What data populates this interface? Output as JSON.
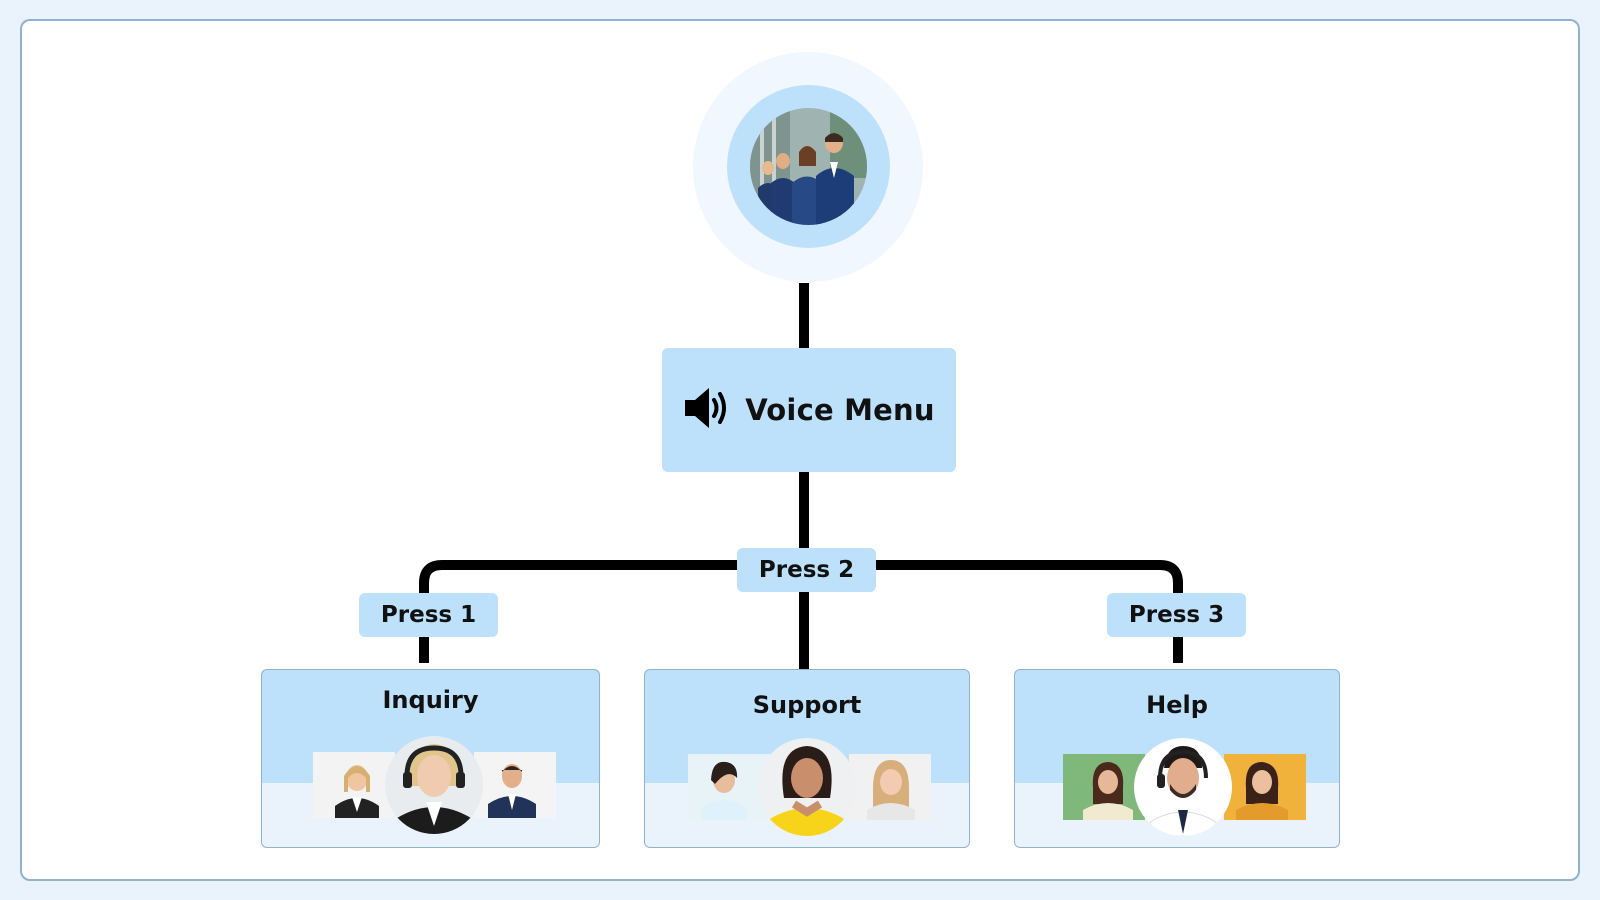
{
  "voice_menu": {
    "title": "Voice Menu",
    "icon": "speaker-icon"
  },
  "branches": [
    {
      "press_label": "Press 1",
      "title": "Inquiry"
    },
    {
      "press_label": "Press 2",
      "title": "Support"
    },
    {
      "press_label": "Press 3",
      "title": "Help"
    }
  ],
  "colors": {
    "background": "#eaf3fb",
    "frame_border": "#8fb3cf",
    "box_fill": "#bde0fb",
    "connector": "#000000"
  }
}
